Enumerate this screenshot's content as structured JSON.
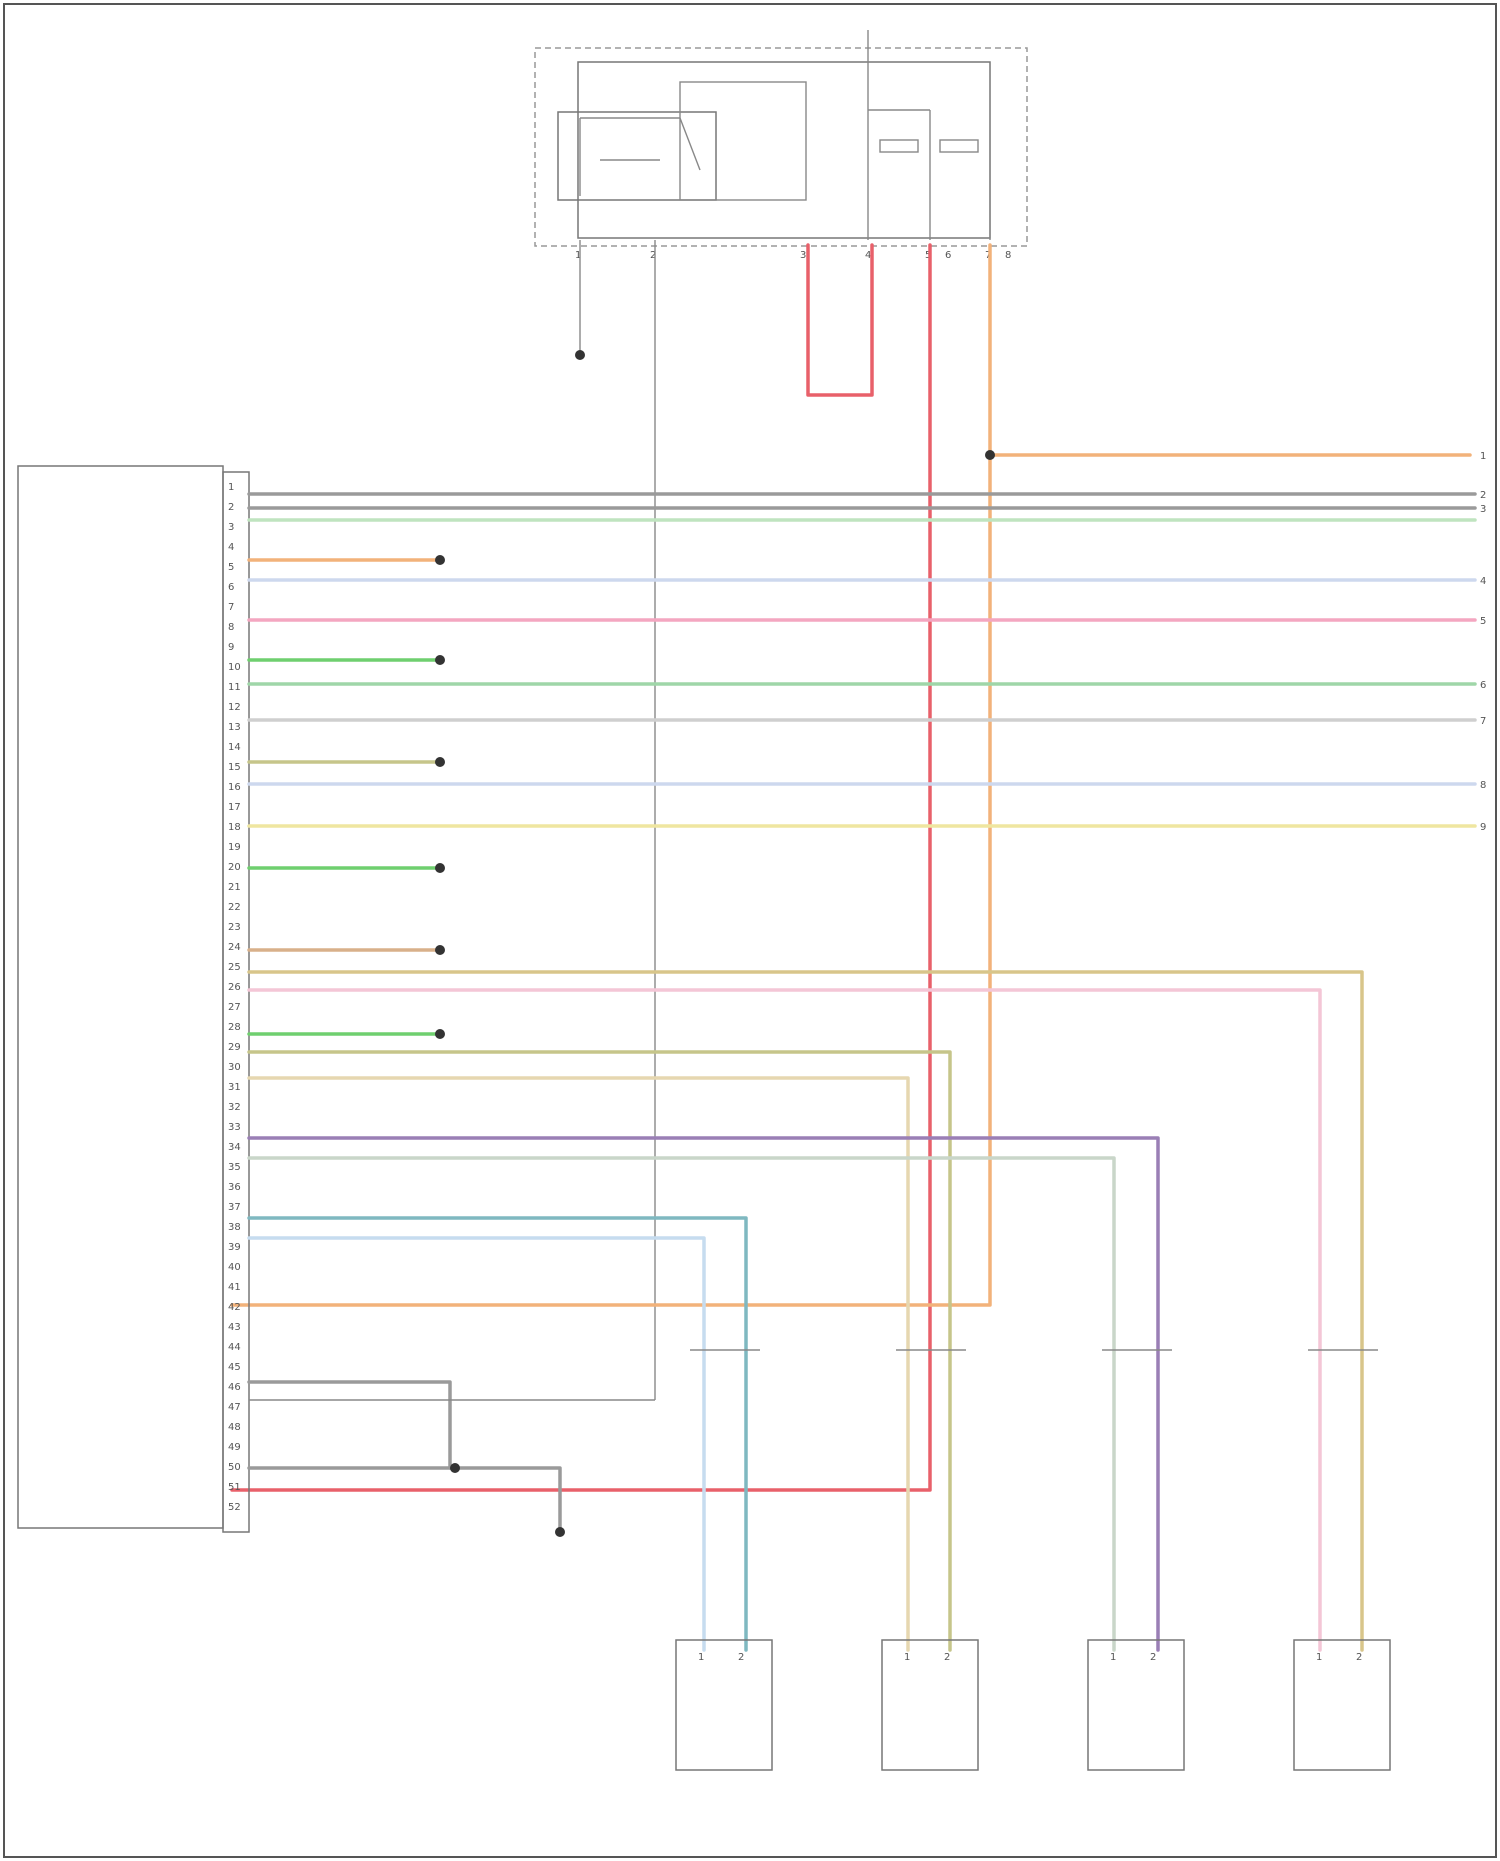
{
  "colors": {
    "frame": "#555555",
    "red": "#e8606a",
    "orange": "#f2b27a",
    "pink": "#f4a6c0",
    "green": "#6fcf6f",
    "purple": "#9a7fb5",
    "teal": "#7fb8c0",
    "blue": "#9fc3e8",
    "tan": "#d8c58a",
    "olive": "#c6c58a",
    "gray": "#9a9a9a",
    "yellow": "#efe6a0"
  },
  "module_pins": [
    "1",
    "2",
    "3",
    "4",
    "5",
    "6",
    "7",
    "8",
    "9",
    "10",
    "11",
    "12",
    "13",
    "14",
    "15",
    "16",
    "17",
    "18",
    "19",
    "20",
    "21",
    "22",
    "23",
    "24",
    "25",
    "26",
    "27",
    "28",
    "29",
    "30",
    "31",
    "32",
    "33",
    "34",
    "35",
    "36",
    "37",
    "38",
    "39",
    "40",
    "41",
    "42",
    "43",
    "44",
    "45",
    "46",
    "47",
    "48",
    "49",
    "50",
    "51",
    "52"
  ],
  "right_connector_pins": [
    "1",
    "2",
    "3",
    "4",
    "5",
    "6",
    "7",
    "8",
    "9"
  ],
  "dampers": [
    {
      "pins": [
        "1",
        "2"
      ]
    },
    {
      "pins": [
        "1",
        "2"
      ]
    },
    {
      "pins": [
        "1",
        "2"
      ]
    },
    {
      "pins": [
        "1",
        "2"
      ]
    }
  ],
  "fuse_pins": [
    "1",
    "2",
    "3",
    "4",
    "5",
    "6",
    "7",
    "8"
  ]
}
